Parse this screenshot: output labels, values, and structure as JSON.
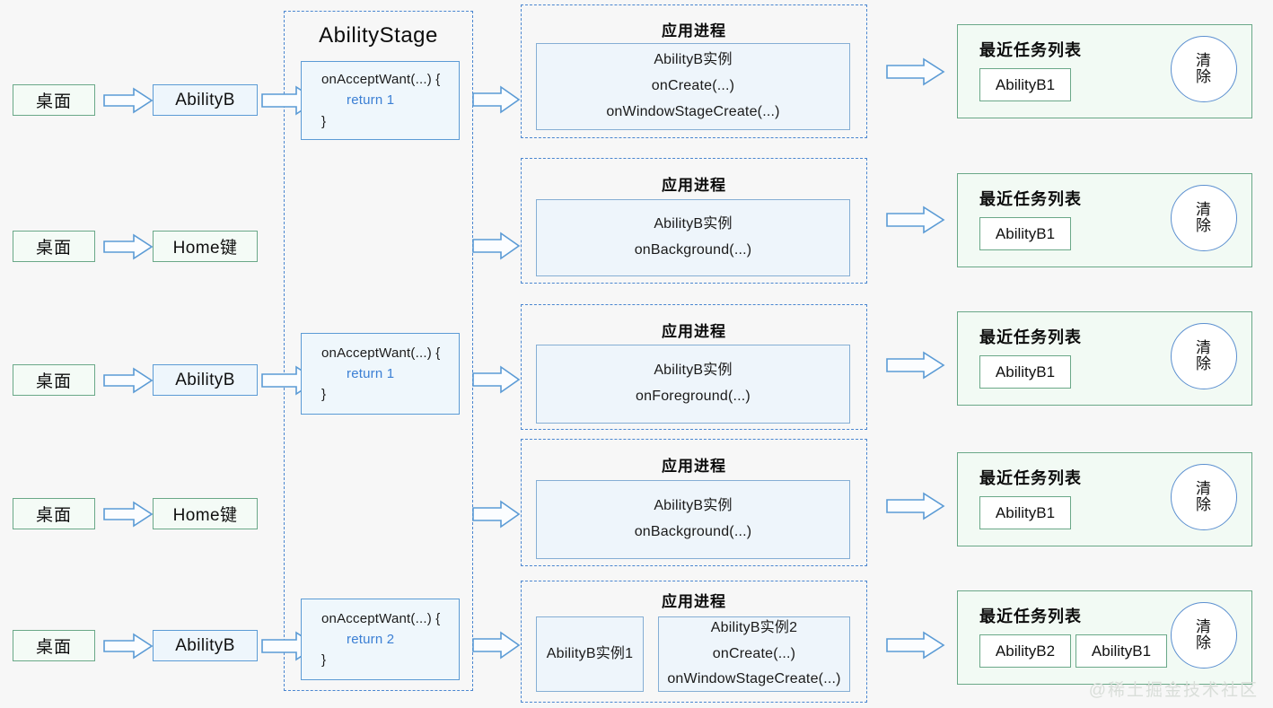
{
  "diagram": {
    "title_stage": "AbilityStage",
    "process_title": "应用进程",
    "tasklist_title": "最近任务列表",
    "clear_label_line1": "清",
    "clear_label_line2": "除",
    "watermark": "@稀土掘金技术社区",
    "colors": {
      "green_border": "#6aa888",
      "blue_border": "#5b9bd5",
      "dashed_blue": "#4a86d0",
      "code_accent": "#3b7fd4",
      "green_fill": "#f4fbf6",
      "blue_fill": "#eef6fc",
      "tasklist_fill": "#f2faf4",
      "page_bg": "#f7f7f7"
    }
  },
  "rows": [
    {
      "trigger": "桌面",
      "actor": "AbilityB",
      "actor_type": "blue",
      "code": {
        "head": "onAcceptWant(...) {",
        "ret": "return 1",
        "tail": "}"
      },
      "process": {
        "instances": [
          {
            "lines": [
              "AbilityB实例",
              "onCreate(...)",
              "onWindowStageCreate(...)"
            ]
          }
        ]
      },
      "tasks": [
        "AbilityB1"
      ]
    },
    {
      "trigger": "桌面",
      "actor": "Home键",
      "actor_type": "green",
      "code": null,
      "process": {
        "instances": [
          {
            "lines": [
              "AbilityB实例",
              "onBackground(...)"
            ]
          }
        ]
      },
      "tasks": [
        "AbilityB1"
      ]
    },
    {
      "trigger": "桌面",
      "actor": "AbilityB",
      "actor_type": "blue",
      "code": {
        "head": "onAcceptWant(...) {",
        "ret": "return 1",
        "tail": "}"
      },
      "process": {
        "instances": [
          {
            "lines": [
              "AbilityB实例",
              "onForeground(...)"
            ]
          }
        ]
      },
      "tasks": [
        "AbilityB1"
      ]
    },
    {
      "trigger": "桌面",
      "actor": "Home键",
      "actor_type": "green",
      "code": null,
      "process": {
        "instances": [
          {
            "lines": [
              "AbilityB实例",
              "onBackground(...)"
            ]
          }
        ]
      },
      "tasks": [
        "AbilityB1"
      ]
    },
    {
      "trigger": "桌面",
      "actor": "AbilityB",
      "actor_type": "blue",
      "code": {
        "head": "onAcceptWant(...) {",
        "ret": "return 2",
        "tail": "}"
      },
      "process": {
        "instances": [
          {
            "lines": [
              "AbilityB实例1"
            ]
          },
          {
            "lines": [
              "AbilityB实例2",
              "onCreate(...)",
              "onWindowStageCreate(...)"
            ]
          }
        ]
      },
      "tasks": [
        "AbilityB2",
        "AbilityB1"
      ]
    }
  ]
}
